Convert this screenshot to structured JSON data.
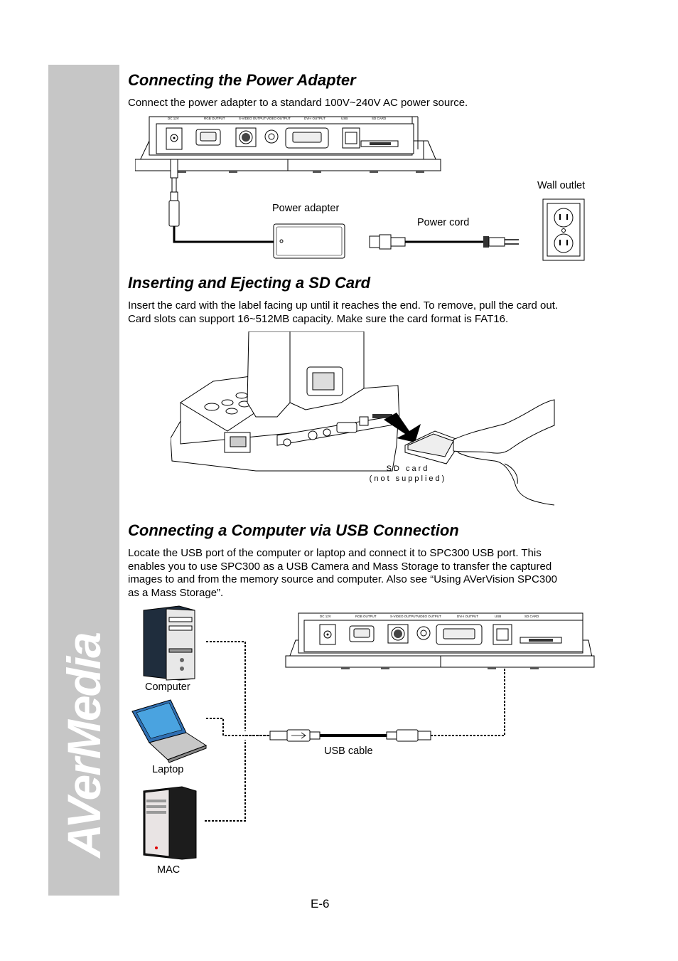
{
  "brand": "AVerMedia",
  "sections": {
    "power": {
      "heading": "Connecting the Power Adapter",
      "text": "Connect the power adapter to a standard 100V~240V AC power source.",
      "labels": {
        "wall_outlet": "Wall outlet",
        "power_adapter": "Power adapter",
        "power_cord": "Power cord"
      }
    },
    "sdcard": {
      "heading": "Inserting and Ejecting a SD Card",
      "text_lines": [
        "Insert the card with the label facing up until it reaches the end. To remove, pull the card out.",
        "Card slots can support 16~512MB capacity. Make sure the card format is FAT16."
      ],
      "labels": {
        "sd_card_line1": "SD card",
        "sd_card_line2": "(not supplied)"
      }
    },
    "usb": {
      "heading": "Connecting a Computer via USB Connection",
      "text_lines": [
        "Locate the USB port of the computer or laptop and connect it to SPC300 USB port. This",
        "enables you to use SPC300 as a USB Camera and Mass Storage to transfer the captured",
        "images to and from the memory source and computer. Also see “Using AVerVision SPC300",
        "as a Mass Storage”."
      ],
      "labels": {
        "computer": "Computer",
        "laptop": "Laptop",
        "mac": "MAC",
        "usb_cable": "USB cable"
      }
    }
  },
  "panel_ports": [
    "DC 12V",
    "RGB OUTPUT",
    "S-VIDEO OUTPUT",
    "VIDEO OUTPUT",
    "DVI-I OUTPUT",
    "USB",
    "SD CARD"
  ],
  "page_number": "E-6"
}
